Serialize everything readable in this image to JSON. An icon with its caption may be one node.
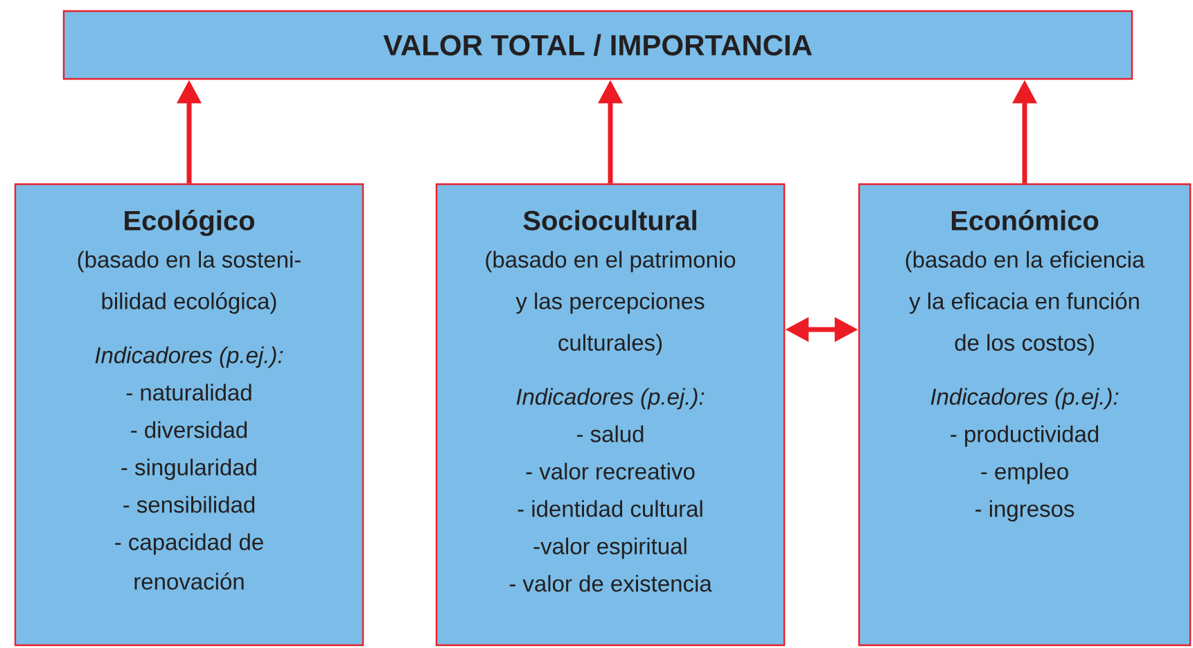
{
  "diagram": {
    "nodes": [
      {
        "text": [
          "VALOR TOTAL / IMPORTANCIA"
        ]
      },
      {
        "text": [
          "Ecológico",
          "(basado en la sosteni- bilidad ecológica)",
          "Indicadores (p.ej.):",
          "- naturalidad",
          "- diversidad",
          "- singularidad",
          "- sensibilidad",
          "- capacidad de renovación"
        ]
      },
      {
        "text": [
          "Sociocultural",
          "(basado en el patrimonio y las percepciones culturales)",
          "Indicadores (p.ej.):",
          "- salud",
          "- valor recreativo",
          "- identidad cultural",
          "-valor espiritual",
          "- valor de existencia"
        ]
      },
      {
        "text": [
          "Económico",
          "(basado en la eficiencia y la eficacia en función de los costos)",
          "Indicadores (p.ej.):",
          "- productividad",
          "- empleo",
          "- ingresos"
        ]
      }
    ],
    "edges": [
      {
        "from": 1,
        "to": 0,
        "arrow": "to"
      },
      {
        "from": 2,
        "to": 0,
        "arrow": "to"
      },
      {
        "from": 3,
        "to": 0,
        "arrow": "to"
      },
      {
        "from": 2,
        "to": 3,
        "arrow": "both"
      }
    ]
  }
}
